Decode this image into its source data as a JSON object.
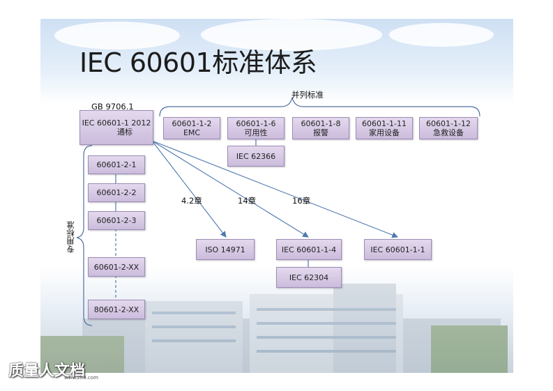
{
  "title": "IEC 60601标准体系",
  "labels": {
    "parallel": "并列标准",
    "gb": "GB 9706.1",
    "specific": "专用标准",
    "ch42": "4.2章",
    "ch14": "14章",
    "ch16": "16章"
  },
  "boxes": {
    "general_line1": "IEC 60601-1 2012",
    "general_line2": "通标",
    "p12_line1": "60601-1-2",
    "p12_line2": "EMC",
    "p16_line1": "60601-1-6",
    "p16_line2": "可用性",
    "p18_line1": "60601-1-8",
    "p18_line2": "报警",
    "p111_line1": "60601-1-11",
    "p111_line2": "家用设备",
    "p112_line1": "60601-1-12",
    "p112_line2": "急救设备",
    "iec62366": "IEC 62366",
    "s21": "60601-2-1",
    "s22": "60601-2-2",
    "s23": "60601-2-3",
    "s2xx": "60601-2-XX",
    "s80": "80601-2-XX",
    "iso14971": "ISO 14971",
    "iec6060114": "IEC 60601-1-4",
    "iec62304": "IEC 62304",
    "iec6060111": "IEC 60601-1-1"
  },
  "watermark": {
    "text": "质量人文档",
    "url": "www.zlr9.com"
  },
  "colors": {
    "box_fill": "#d6cae4",
    "box_border": "#9c8cb3",
    "connector": "#4f79b0",
    "bracket": "#4f6fa0"
  }
}
